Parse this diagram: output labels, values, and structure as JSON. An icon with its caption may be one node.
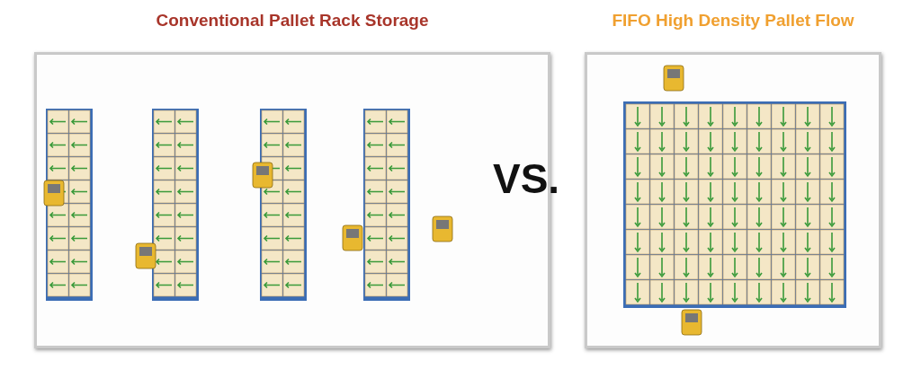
{
  "diagram": {
    "nodes": [
      {
        "text": [
          "Conventional Pallet Rack Storage"
        ]
      },
      {
        "text": [
          "FIFO High Density Pallet Flow"
        ]
      }
    ],
    "labels": [
      "VS."
    ]
  }
}
